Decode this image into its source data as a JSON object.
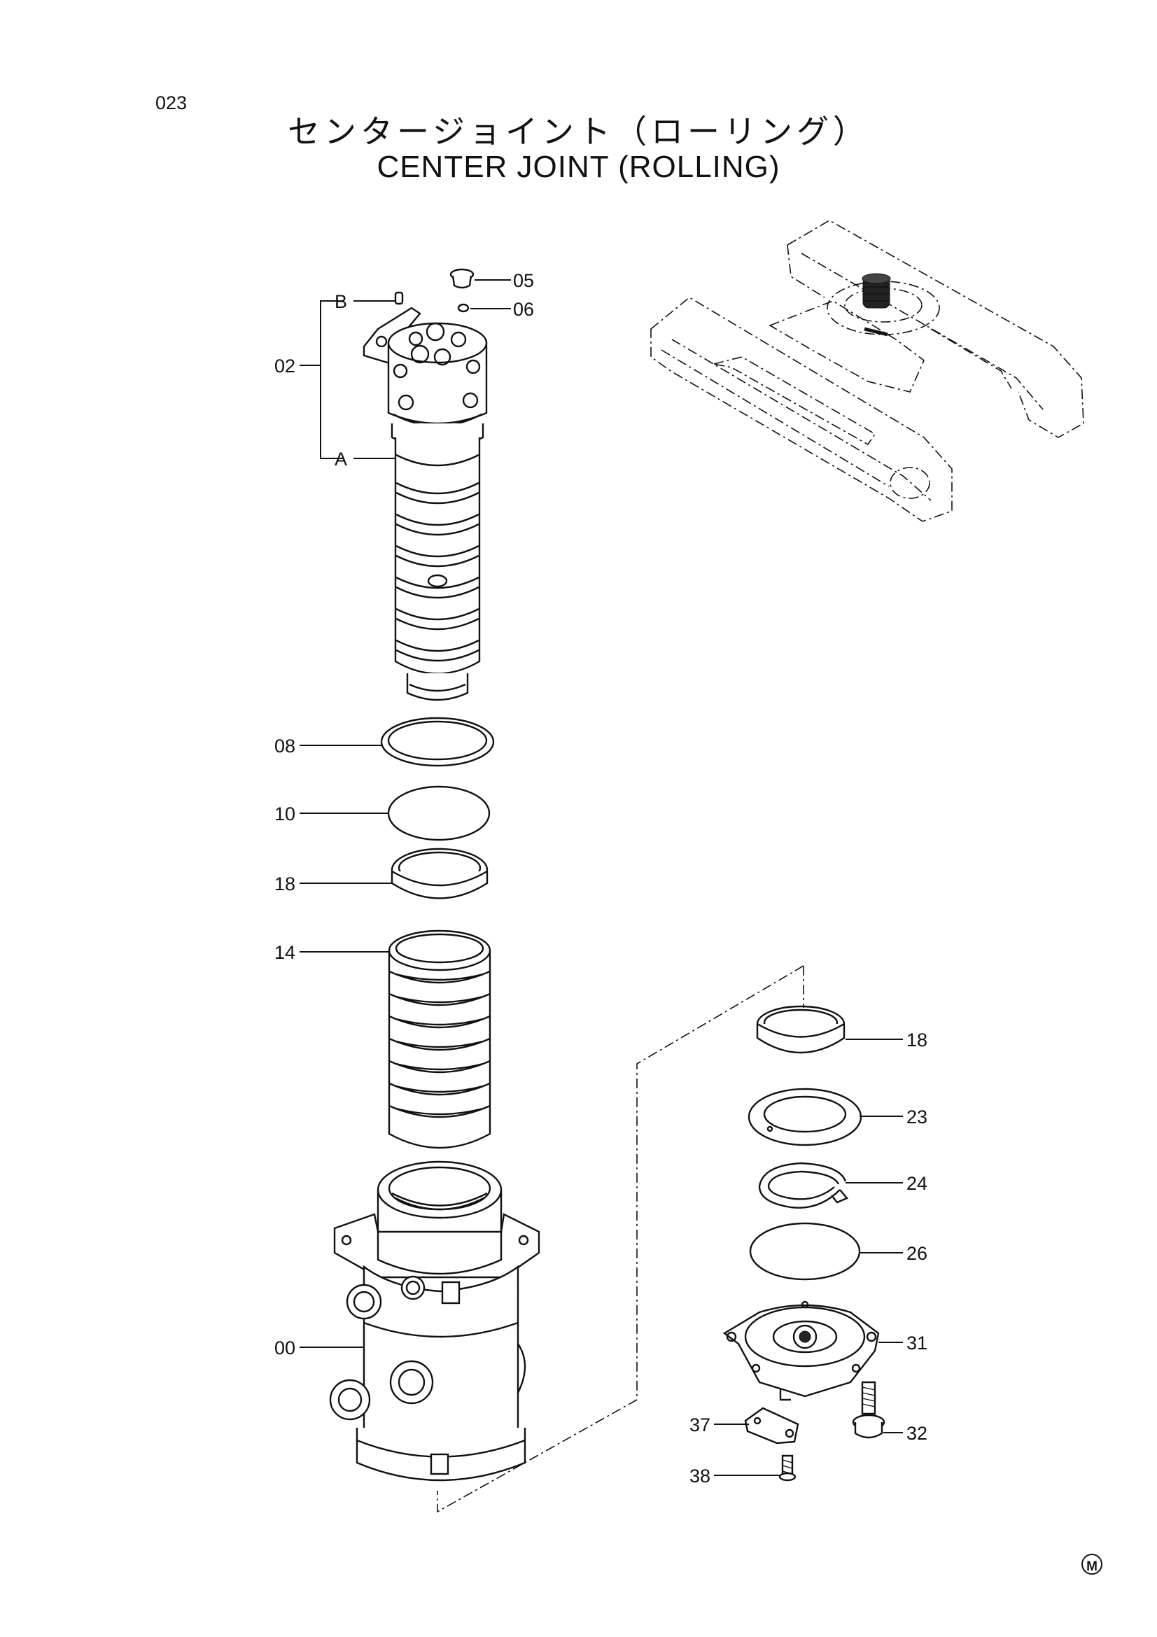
{
  "page_number": "023",
  "title_jp": "センタージョイント（ローリング）",
  "title_en": "CENTER JOINT (ROLLING)",
  "callouts": {
    "c05": "05",
    "c06": "06",
    "c02": "02",
    "cB": "B",
    "cA": "A",
    "c08": "08",
    "c10": "10",
    "c18a": "18",
    "c14": "14",
    "c00": "00",
    "c18b": "18",
    "c23": "23",
    "c24": "24",
    "c26": "26",
    "c31": "31",
    "c32": "32",
    "c37": "37",
    "c38": "38"
  },
  "mark": "M"
}
